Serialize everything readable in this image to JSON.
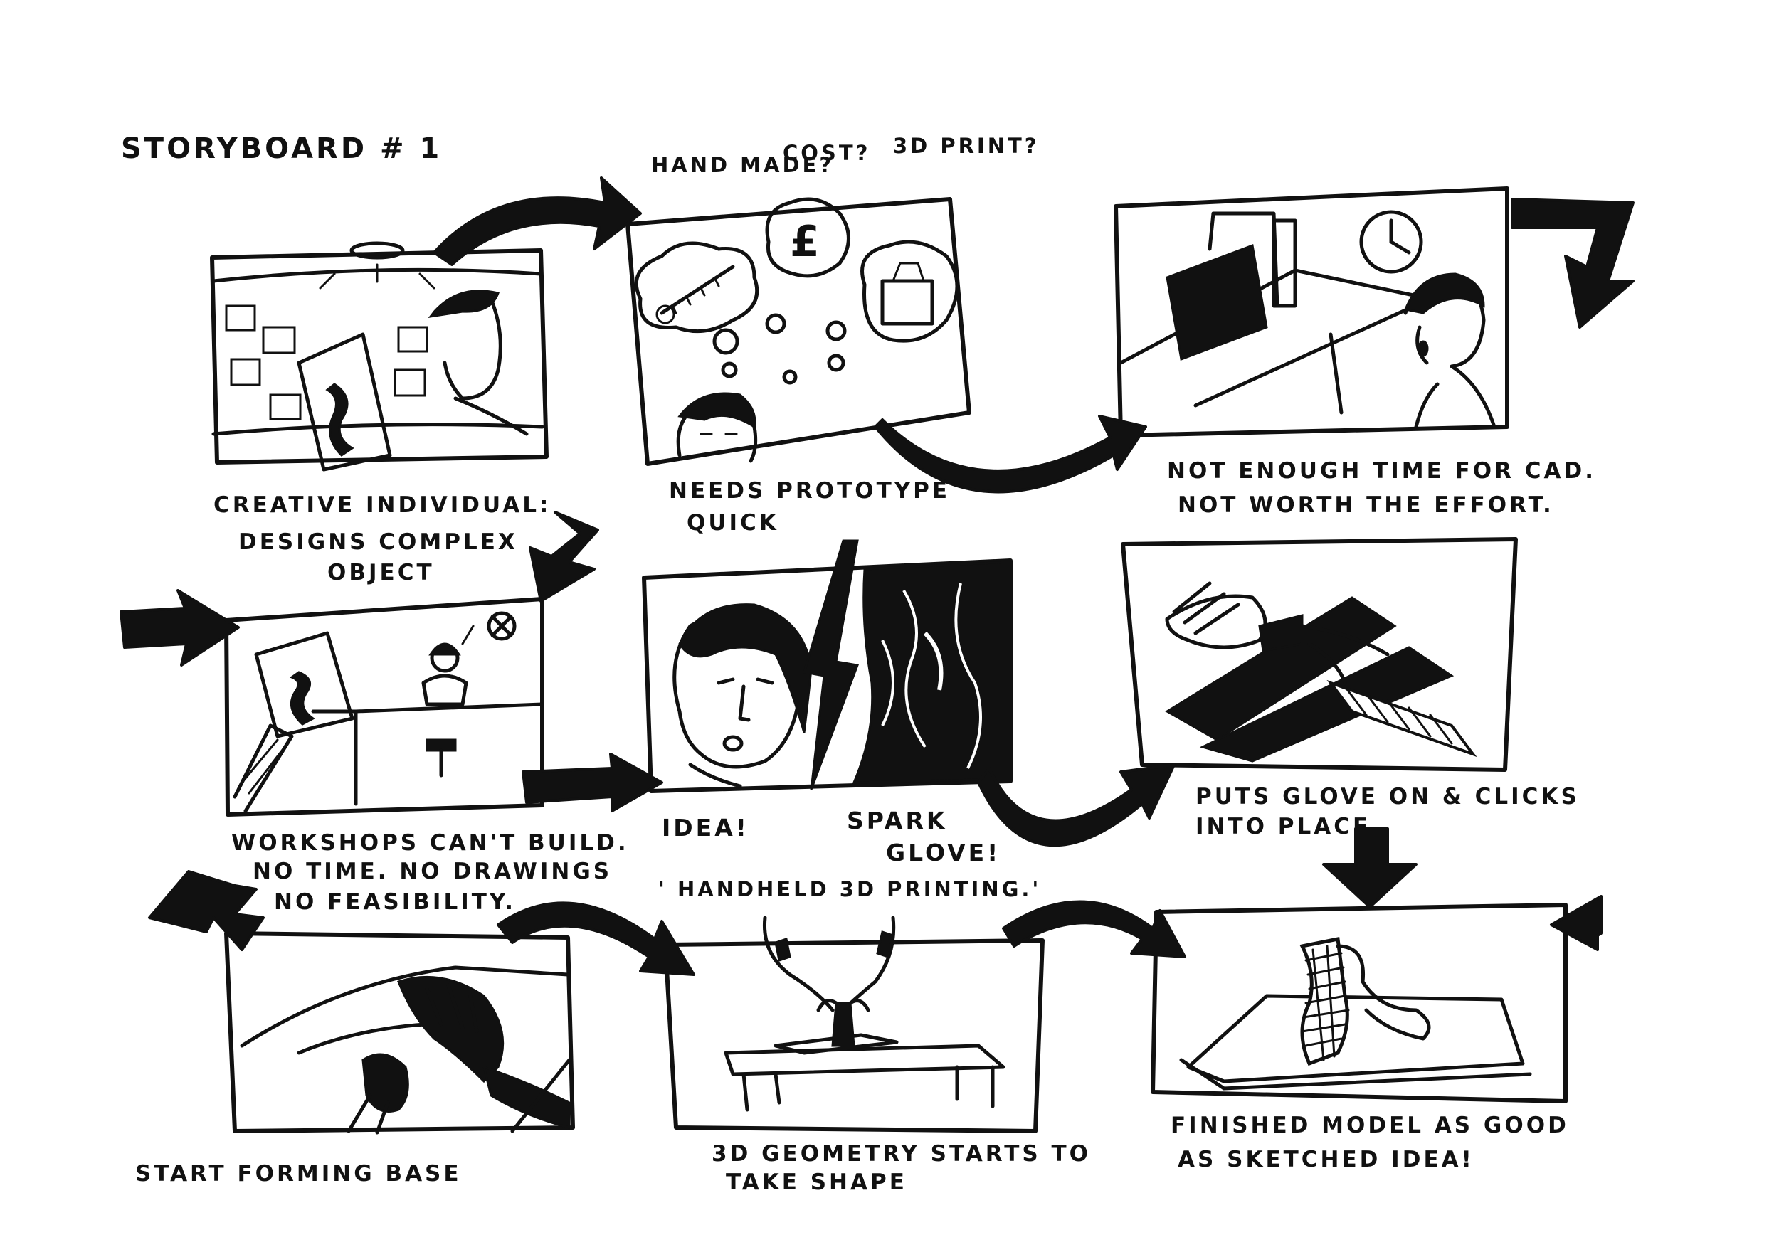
{
  "title": "STORYBOARD # 1",
  "thoughts": {
    "hand_made": "HAND MADE?",
    "cost": "COST?",
    "print": "3D PRINT?",
    "pound_symbol": "£"
  },
  "panels": [
    {
      "caption": [
        "CREATIVE INDIVIDUAL:",
        "DESIGNS COMPLEX",
        "OBJECT"
      ]
    },
    {
      "caption": [
        "NEEDS PROTOTYPE",
        "QUICK"
      ]
    },
    {
      "caption": [
        "NOT ENOUGH TIME FOR CAD.",
        "NOT WORTH THE EFFORT."
      ]
    },
    {
      "caption": [
        "WORKSHOPS CAN'T BUILD.",
        "NO TIME. NO DRAWINGS",
        "NO FEASIBILITY."
      ]
    },
    {
      "caption": [
        "IDEA!",
        "SPARK",
        "GLOVE!",
        "' HANDHELD 3D PRINTING.'"
      ]
    },
    {
      "caption": [
        "PUTS GLOVE ON & CLICKS",
        "INTO PLACE."
      ]
    },
    {
      "caption": [
        "START FORMING BASE"
      ]
    },
    {
      "caption": [
        "3D GEOMETRY STARTS TO",
        "TAKE SHAPE"
      ]
    },
    {
      "caption": [
        "FINISHED MODEL AS GOOD",
        "AS SKETCHED IDEA!"
      ]
    }
  ]
}
